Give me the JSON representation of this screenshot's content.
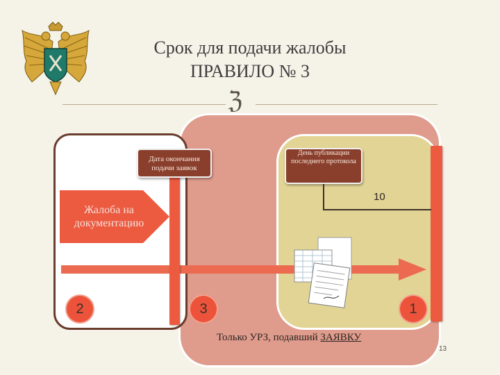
{
  "slide": {
    "title_line1": "Срок для подачи жалобы",
    "title_line2": "ПРАВИЛО № 3",
    "decoration_glyph": "ℨ",
    "number": "13"
  },
  "diagram": {
    "callout_end_date": "Дата окончания подачи заявок",
    "callout_publication": "День публикации последнего протокола",
    "days_label": "10",
    "complaint_arrow": "Жалоба на документацию",
    "step_left": "2",
    "step_middle": "3",
    "step_right": "1",
    "footer_prefix": "Только УРЗ, подавший ",
    "footer_emphasis": "ЗАЯВКУ"
  },
  "colors": {
    "background": "#f5f3e8",
    "outer_zone": "#df9b8c",
    "inner_zone": "#e2d494",
    "marker": "#ec5a40"
  },
  "icons": [
    "emblem-icon",
    "documents-icon"
  ]
}
